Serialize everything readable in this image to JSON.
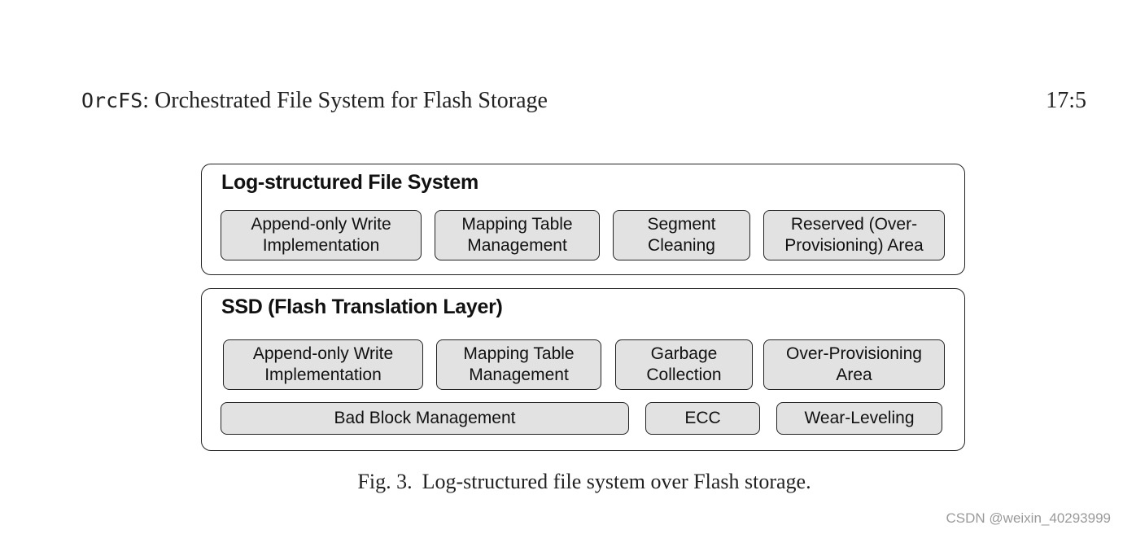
{
  "header": {
    "title_mono": "OrcFS",
    "title_rest": ": Orchestrated File System for Flash Storage",
    "page_number": "17:5"
  },
  "diagram": {
    "fs_layer": {
      "title": "Log-structured File System",
      "blocks": [
        {
          "line1": "Append-only Write",
          "line2": "Implementation"
        },
        {
          "line1": "Mapping Table",
          "line2": "Management"
        },
        {
          "line1": "Segment",
          "line2": "Cleaning"
        },
        {
          "line1": "Reserved (Over-",
          "line2": "Provisioning) Area"
        }
      ]
    },
    "ssd_layer": {
      "title": "SSD (Flash Translation Layer)",
      "blocks": [
        {
          "line1": "Append-only Write",
          "line2": "Implementation"
        },
        {
          "line1": "Mapping Table",
          "line2": "Management"
        },
        {
          "line1": "Garbage",
          "line2": "Collection"
        },
        {
          "line1": "Over-Provisioning",
          "line2": "Area"
        }
      ],
      "bottom_blocks": [
        {
          "label": "Bad Block Management"
        },
        {
          "label": "ECC"
        },
        {
          "label": "Wear-Leveling"
        }
      ]
    },
    "block_fill": "#e2e2e2",
    "border_color": "#222222"
  },
  "caption": {
    "label": "Fig. 3.",
    "text": "Log-structured file system over Flash storage."
  },
  "watermark": "CSDN @weixin_40293999"
}
